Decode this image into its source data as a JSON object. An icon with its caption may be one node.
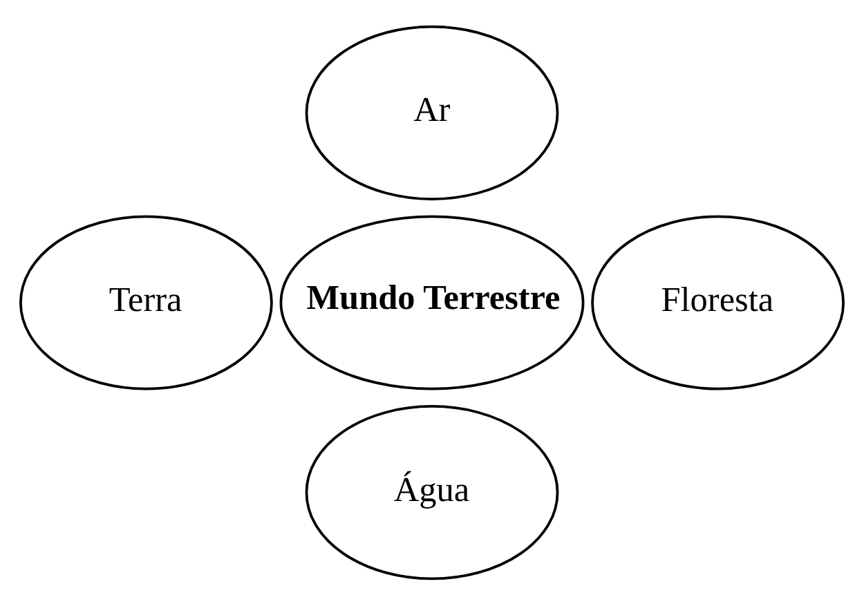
{
  "diagram": {
    "nodes": [
      {
        "text": [
          "Ar"
        ]
      },
      {
        "text": [
          "Terra"
        ]
      },
      {
        "text": [
          "Mundo Terrestre"
        ]
      },
      {
        "text": [
          "Floresta"
        ]
      },
      {
        "text": [
          "Água"
        ]
      }
    ]
  }
}
